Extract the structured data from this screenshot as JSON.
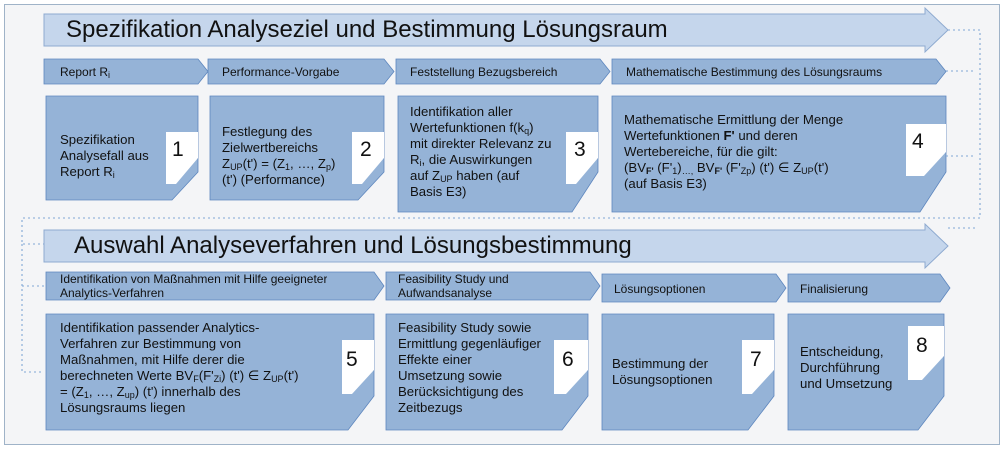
{
  "section1": {
    "title": "Spezifikation Analyseziel und Bestimmung Lösungsraum",
    "steps": [
      "Report R",
      "Performance-Vorgabe",
      "Feststellung Bezugsbereich",
      "Mathematische Bestimmung des Lösungsraums"
    ],
    "steps_sub": [
      "i"
    ],
    "boxes": [
      {
        "num": "1",
        "lines": [
          "Spezifikation",
          "Analysefall aus",
          "Report R"
        ]
      },
      {
        "num": "2",
        "lines": [
          "Festlegung des",
          "Zielwertbereichs",
          "Z",
          "(t') (Performance)"
        ]
      },
      {
        "num": "3",
        "lines": [
          "Identifikation aller",
          "Wertefunktionen f(k",
          "mit direkter Relevanz zu",
          "R",
          "auf Z",
          "Basis E3)"
        ]
      },
      {
        "num": "4",
        "lines": [
          "Mathematische Ermittlung der Menge",
          "Wertefunktionen",
          "Wertebereiche, für die gilt:",
          "(BV",
          "(auf Basis E3)"
        ]
      }
    ]
  },
  "section2": {
    "title": "Auswahl Analyseverfahren und Lösungsbestimmung",
    "steps": [
      [
        "Identifikation von Maßnahmen mit Hilfe geeigneter",
        "Analytics-Verfahren"
      ],
      [
        "Feasibility Study und",
        "Aufwandsanalyse"
      ],
      [
        "Lösungsoptionen"
      ],
      [
        "Finalisierung"
      ]
    ],
    "boxes": [
      {
        "num": "5",
        "lines": [
          "Identifikation passender Analytics-",
          "Verfahren zur Bestimmung von",
          "Maßnahmen, mit Hilfe derer die",
          "berechneten Werte BV",
          "= (Z",
          "Lösungsraums liegen"
        ]
      },
      {
        "num": "6",
        "lines": [
          "Feasibility Study sowie",
          "Ermittlung gegenläufiger",
          "Effekte einer",
          "Umsetzung sowie",
          "Berücksichtigung des",
          "Zeitbezugs"
        ]
      },
      {
        "num": "7",
        "lines": [
          "Bestimmung  der",
          "Lösungsoptionen"
        ]
      },
      {
        "num": "8",
        "lines": [
          "Entscheidung,",
          "Durchführung",
          "und Umsetzung"
        ]
      }
    ]
  },
  "fragments": {
    "b1_sub": "i",
    "b2_up": "UP",
    "b2_eq": "(t') = (Z",
    "b2_1": "1",
    "b2_mid": ", …, Z",
    "b2_p": "p",
    "b2_close": ")",
    "b3_q": "q",
    "b3_close": ")",
    "b3_i": "i",
    "b3_rest": ", die Auswirkungen",
    "b3_up": "UP",
    "b3_haben": " haben (auf",
    "b4_F": "F'",
    "b4_und": " und deren",
    "b4_Fsub": "F'",
    "b4_f1": " (F'",
    "b4_1": "1",
    "b4_dots": ")",
    "b4_sep": "…,",
    "b4_bv": " BV",
    "b4_Fsub2": "F'",
    "b4_fzp": " (F'",
    "b4_zp": "Zp",
    "b4_end": ") (t') ∈ Z",
    "b4_up": "UP",
    "b4_t": "(t')",
    "b5_F": "F",
    "b5_paren": "(F'",
    "b5_zi": "Zi",
    "b5_rest": ") (t') ∈ Z",
    "b5_up": "UP",
    "b5_t": "(t')",
    "b5_1": "1",
    "b5_mid": ", …, Z",
    "b5_upsub": "up",
    "b5_tail": ") (t') innerhalb des"
  },
  "colors": {
    "bar_fill": "#c5d6ec",
    "step_fill": "#95b3d7",
    "box_fill": "#95b3d7",
    "outline": "#4f81bd",
    "background": "#f4f5f7"
  }
}
